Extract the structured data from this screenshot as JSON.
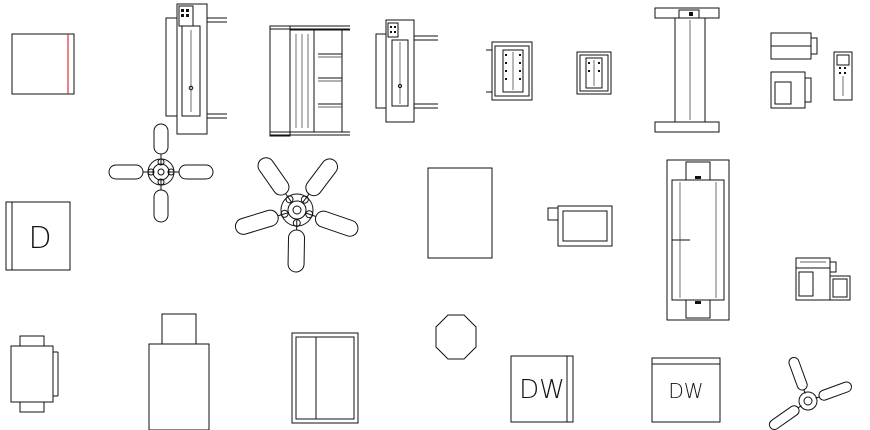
{
  "labels": {
    "dryer_block": "D",
    "dw_block_1": "DW",
    "dw_block_2": "DW"
  },
  "colors": {
    "line": "#111111",
    "accent": "#e03030",
    "background": "#ffffff"
  },
  "icons": [
    "square-appliance-icon",
    "upright-unit-icon",
    "roller-rack-icon",
    "control-panel-unit-icon",
    "printer-top-icon",
    "printer-top-small-icon",
    "tall-cabinet-icon",
    "appliance-group-icon",
    "ceiling-fan-4-blade-icon",
    "ceiling-fan-5-blade-icon",
    "dryer-block-icon",
    "rectangle-panel-icon",
    "monitor-icon",
    "long-cabinet-icon",
    "washer-stack-icon",
    "stool-icon",
    "column-unit-icon",
    "wardrobe-icon",
    "octagon-table-icon",
    "dishwasher-block-icon",
    "ceiling-fan-3-blade-icon"
  ]
}
